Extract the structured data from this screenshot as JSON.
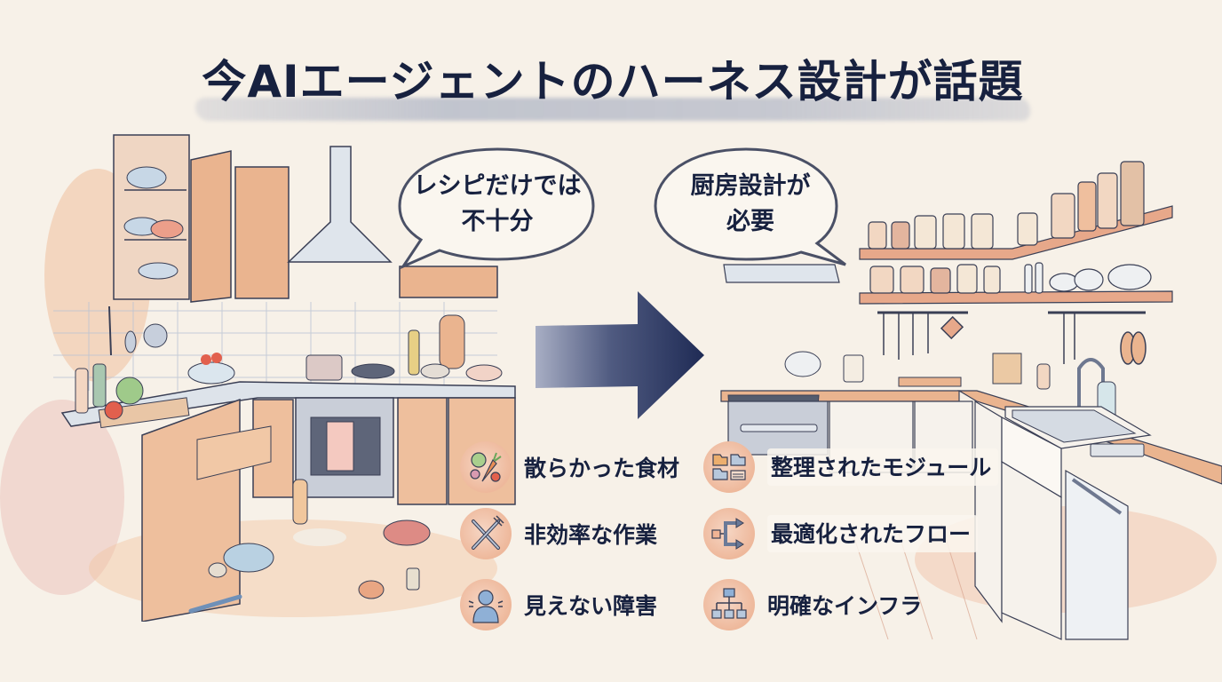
{
  "title": "今AIエージェントのハーネス設計が話題",
  "bubbles": {
    "left": {
      "line1": "レシピだけでは",
      "line2": "不十分"
    },
    "right": {
      "line1": "厨房設計が",
      "line2": "必要"
    }
  },
  "arrow": {
    "icon": "arrow-right-icon",
    "color": "#27345a"
  },
  "problems": [
    {
      "icon": "vegetables-icon",
      "label": "散らかった食材"
    },
    {
      "icon": "knife-fork-icon",
      "label": "非効率な作業"
    },
    {
      "icon": "hidden-person-icon",
      "label": "見えない障害"
    }
  ],
  "solutions": [
    {
      "icon": "folders-icon",
      "label": "整理されたモジュール"
    },
    {
      "icon": "flow-branch-icon",
      "label": "最適化されたフロー"
    },
    {
      "icon": "hierarchy-icon",
      "label": "明確なインフラ"
    }
  ],
  "scenes": {
    "left": {
      "description": "messy-kitchen"
    },
    "right": {
      "description": "organized-kitchen"
    }
  },
  "colors": {
    "background": "#f7f1e8",
    "ink": "#17213f",
    "cabinet": "#eab48f",
    "accent_blue": "#aab8cf",
    "icon_circle": "#f1c3a8"
  }
}
